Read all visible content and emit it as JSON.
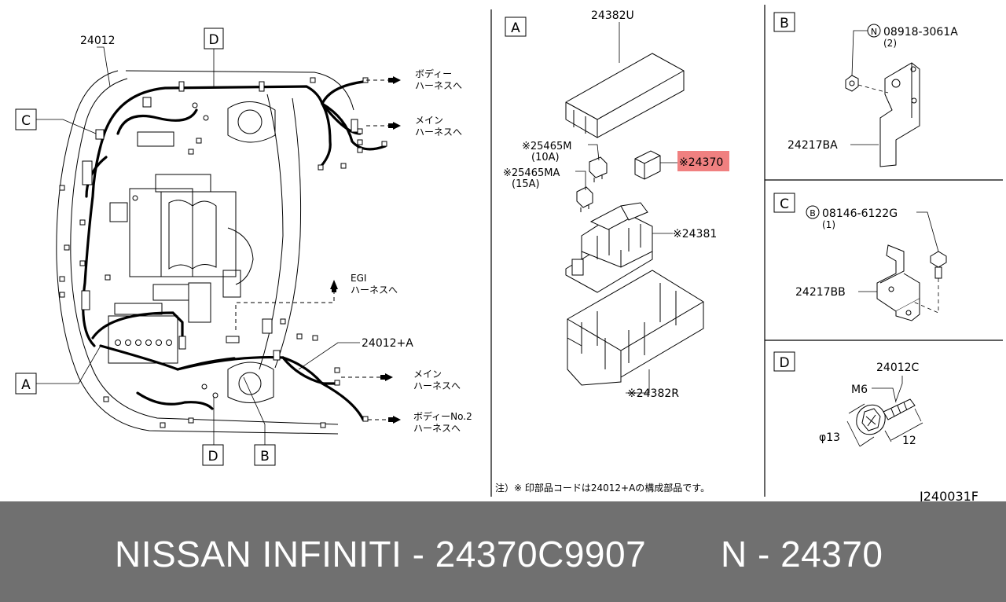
{
  "callouts": {
    "a": "A",
    "b": "B",
    "c": "C",
    "d": "D"
  },
  "left": {
    "part_main": "24012",
    "part_a": "24012+A",
    "body_top": [
      "ボディー",
      "ハーネスへ"
    ],
    "main_top": [
      "メイン",
      "ハーネスへ"
    ],
    "egi": [
      "EGI",
      "ハーネスへ"
    ],
    "main_bottom": [
      "メイン",
      "ハーネスへ"
    ],
    "body_no2": [
      "ボディーNo.2",
      "ハーネスへ"
    ]
  },
  "detail_a": {
    "label": "A",
    "cover": "24382U",
    "fuse_10": "※25465M",
    "fuse_10_rating": "(10A)",
    "fuse_15": "※25465MA",
    "fuse_15_rating": "(15A)",
    "relay": "※24370",
    "block": "※24381",
    "case": "※24382R",
    "note": "注）※ 印部品コードは24012+Aの構成部品です。"
  },
  "detail_b": {
    "label": "B",
    "nut_prefix": "N",
    "nut": "08918-3061A",
    "nut_qty": "(2)",
    "bracket": "24217BA"
  },
  "detail_c": {
    "label": "C",
    "bolt_prefix": "B",
    "bolt": "08146-6122G",
    "bolt_qty": "(1)",
    "bracket": "24217BB"
  },
  "detail_d": {
    "label": "D",
    "part": "24012C",
    "thread": "M6",
    "dia": "φ13",
    "length": "12"
  },
  "drawing_id": "J240031F",
  "highlight_color": "#f08080",
  "footer": {
    "brand_line": "NISSAN INFINITI - 24370C9907",
    "code_line": "N - 24370"
  }
}
